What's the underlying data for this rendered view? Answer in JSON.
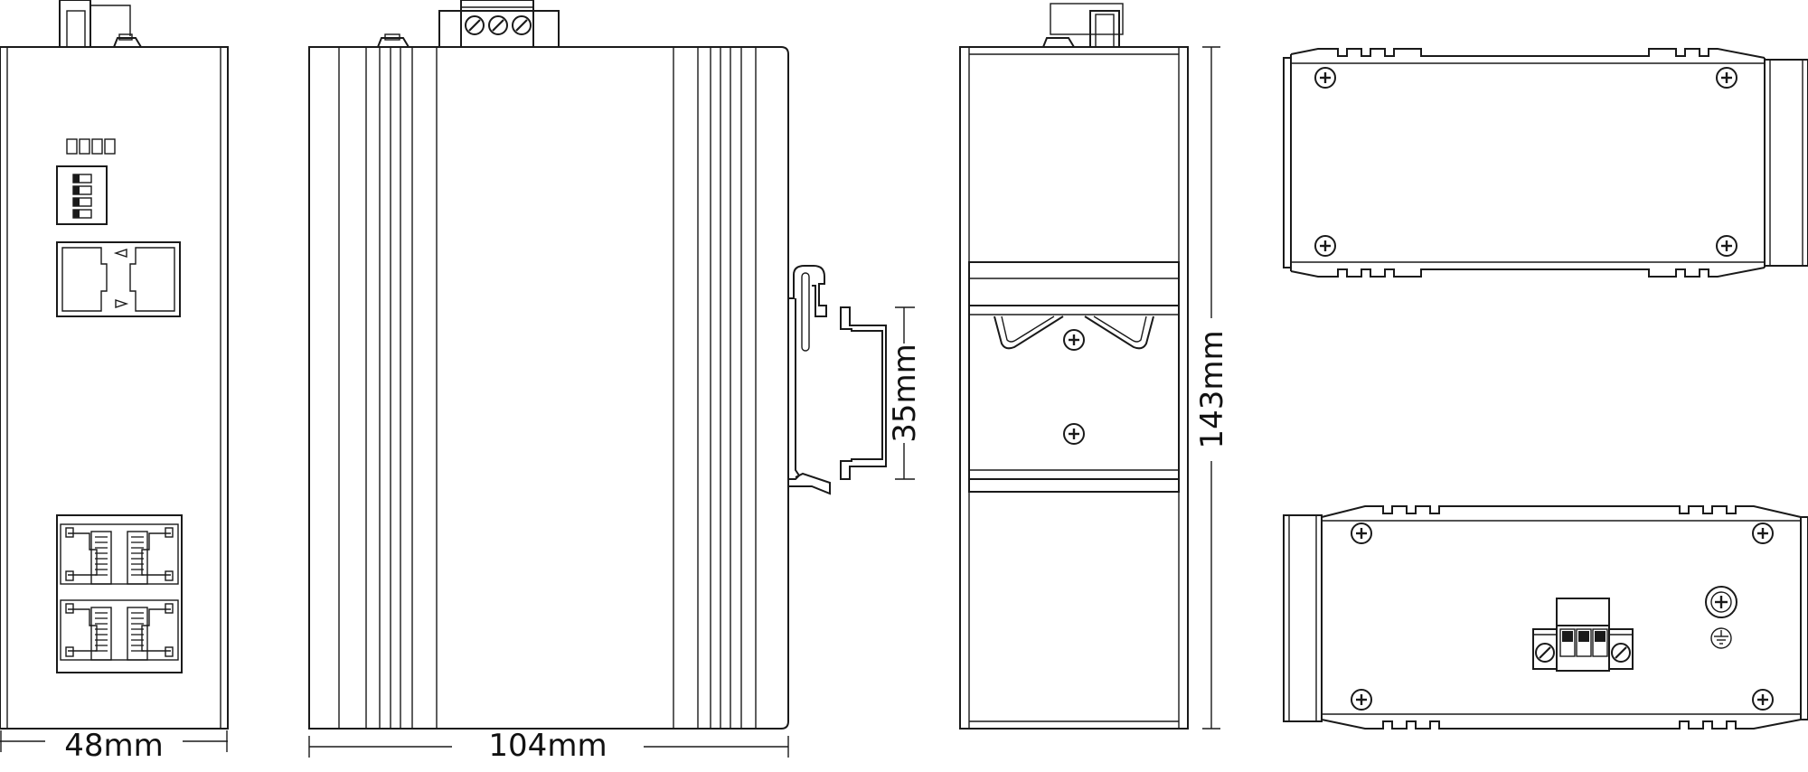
{
  "dimensions": {
    "width_label": "48mm",
    "depth_label": "104mm",
    "rail_label": "35mm",
    "height_label": "143mm"
  },
  "icons": [
    "screw-icon",
    "ground-symbol-icon",
    "terminal-screw-icon"
  ],
  "colors": {
    "line": "#1a1a1a",
    "background": "#ffffff"
  }
}
